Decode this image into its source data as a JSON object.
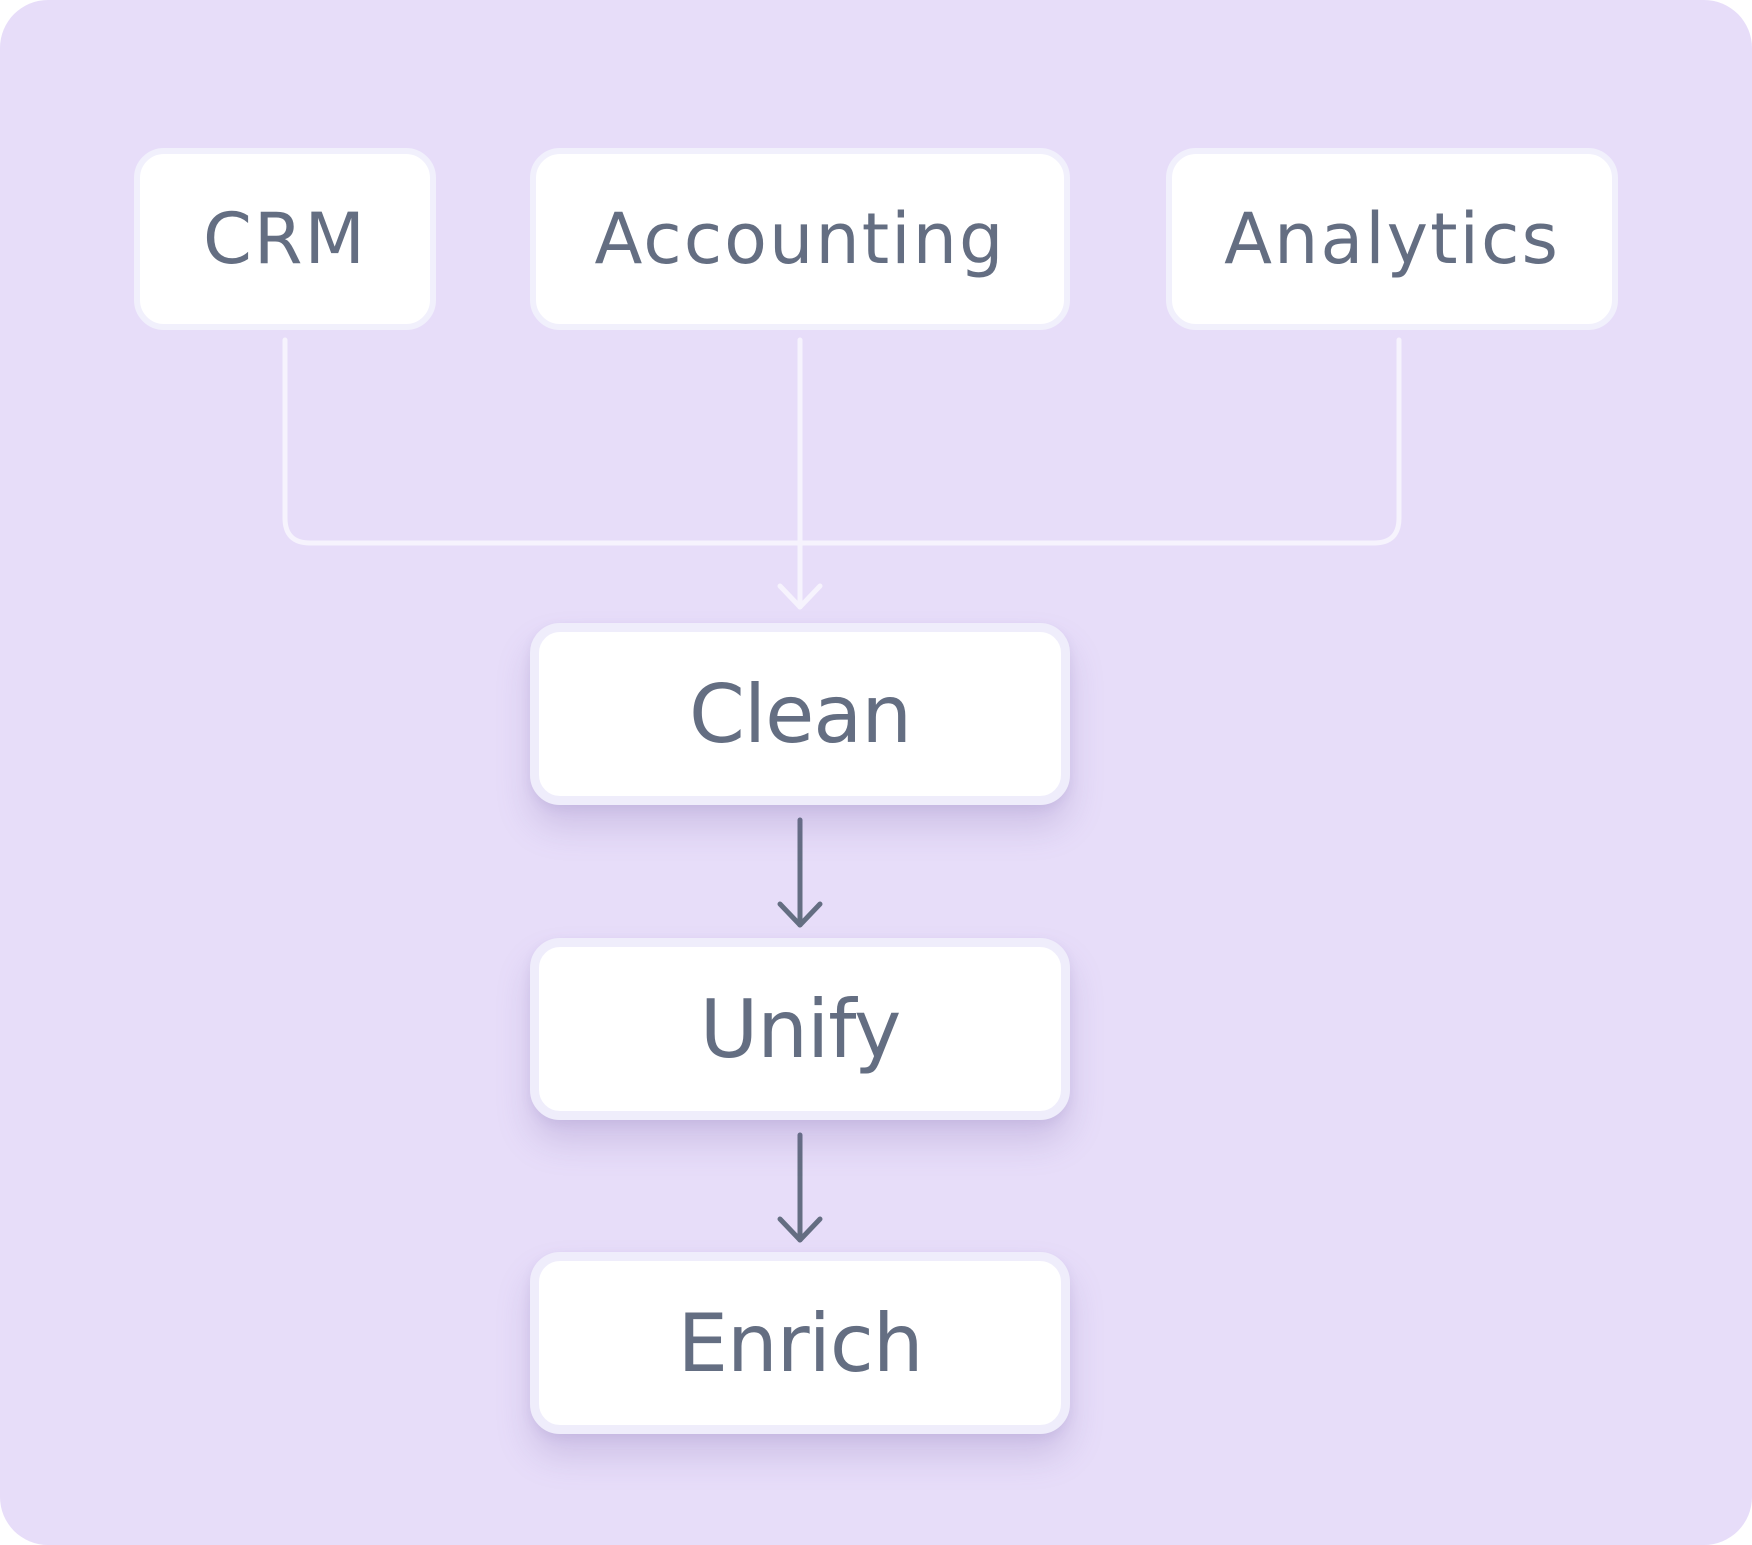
{
  "diagram": {
    "sources": [
      {
        "id": "crm",
        "label": "CRM"
      },
      {
        "id": "accounting",
        "label": "Accounting"
      },
      {
        "id": "analytics",
        "label": "Analytics"
      }
    ],
    "pipeline": [
      {
        "id": "clean",
        "label": "Clean"
      },
      {
        "id": "unify",
        "label": "Unify"
      },
      {
        "id": "enrich",
        "label": "Enrich"
      }
    ],
    "edges": [
      {
        "from": "crm",
        "to": "clean"
      },
      {
        "from": "accounting",
        "to": "clean"
      },
      {
        "from": "analytics",
        "to": "clean"
      },
      {
        "from": "clean",
        "to": "unify"
      },
      {
        "from": "unify",
        "to": "enrich"
      }
    ]
  },
  "colors": {
    "background": "#e7ddf9",
    "node_fill": "#ffffff",
    "node_border": "#f1f0fc",
    "text": "#646e82",
    "merge_connector": "#f6f3fd",
    "pipeline_arrow": "#646e82"
  }
}
